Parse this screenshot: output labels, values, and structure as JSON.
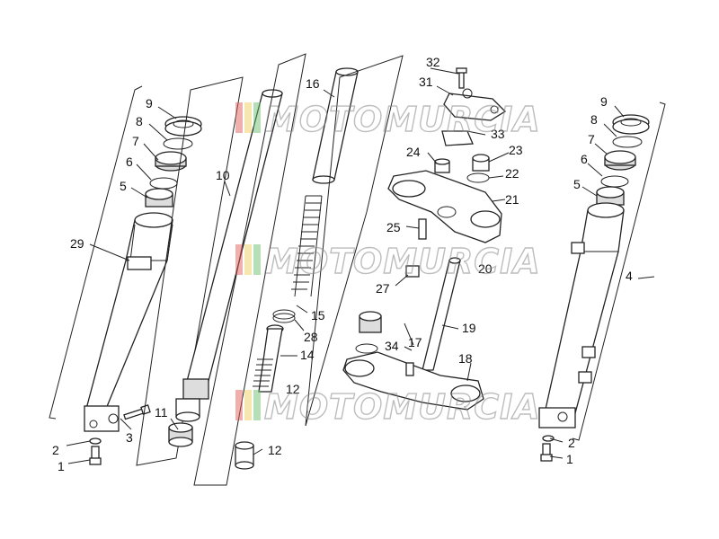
{
  "watermark": {
    "text": "MOTOMURCIA"
  },
  "labels": {
    "l1a": "1",
    "l2a": "2",
    "l3": "3",
    "l4": "4",
    "l5a": "5",
    "l6a": "6",
    "l7a": "7",
    "l8a": "8",
    "l9a": "9",
    "l10": "10",
    "l11": "11",
    "l12a": "12",
    "l12b": "12",
    "l14": "14",
    "l15": "15",
    "l16": "16",
    "l17": "17",
    "l18": "18",
    "l19": "19",
    "l20": "20",
    "l21": "21",
    "l22": "22",
    "l23": "23",
    "l24": "24",
    "l25": "25",
    "l27": "27",
    "l28": "28",
    "l29": "29",
    "l31": "31",
    "l32": "32",
    "l33": "33",
    "l34": "34",
    "r9": "9",
    "r8": "8",
    "r7": "7",
    "r6": "6",
    "r5": "5",
    "r2": "2",
    "r1": "1"
  },
  "colors": {
    "wm_red": "#e06060",
    "wm_yellow": "#f0d060",
    "wm_green": "#70c070"
  }
}
